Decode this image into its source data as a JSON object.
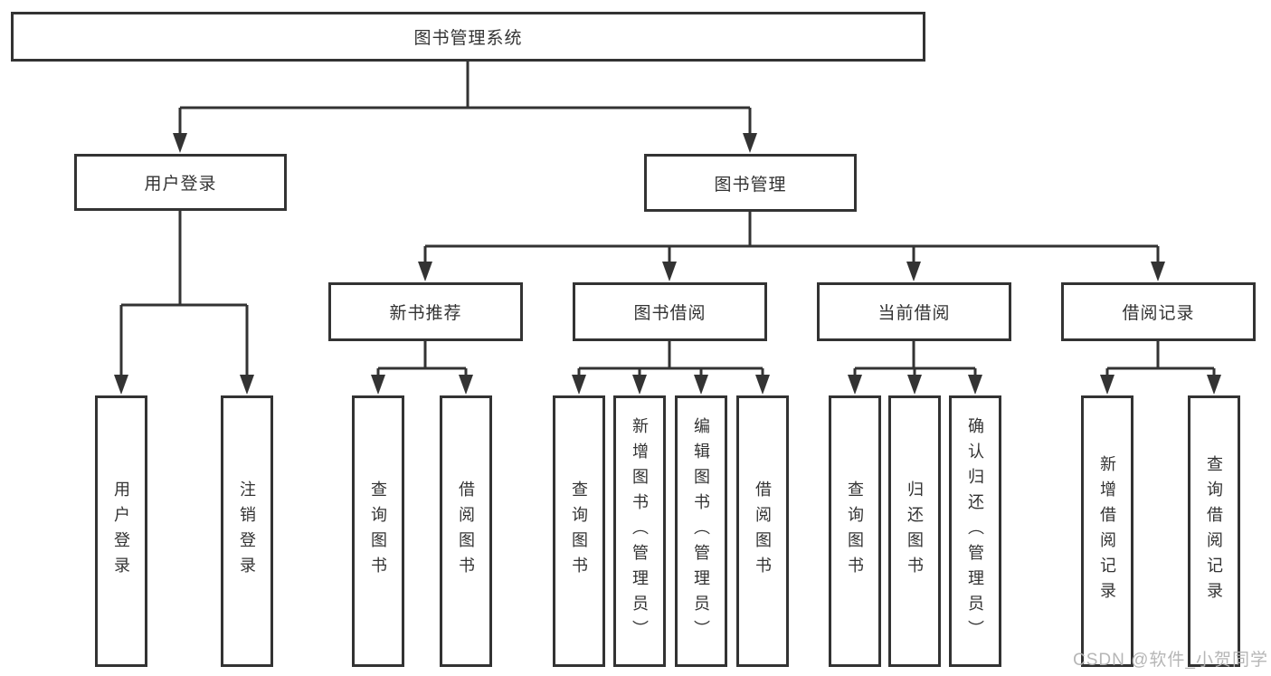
{
  "diagram": {
    "type": "hierarchy",
    "tree": {
      "label": "图书管理系统",
      "children": [
        {
          "label": "用户登录",
          "children": [
            {
              "label": "用户登录"
            },
            {
              "label": "注销登录"
            }
          ]
        },
        {
          "label": "图书管理",
          "children": [
            {
              "label": "新书推荐",
              "children": [
                {
                  "label": "查询图书"
                },
                {
                  "label": "借阅图书"
                }
              ]
            },
            {
              "label": "图书借阅",
              "children": [
                {
                  "label": "查询图书"
                },
                {
                  "label": "新增图书（管理员）"
                },
                {
                  "label": "编辑图书（管理员）"
                },
                {
                  "label": "借阅图书"
                }
              ]
            },
            {
              "label": "当前借阅",
              "children": [
                {
                  "label": "查询图书"
                },
                {
                  "label": "归还图书"
                },
                {
                  "label": "确认归还（管理员）"
                }
              ]
            },
            {
              "label": "借阅记录",
              "children": [
                {
                  "label": "新增借阅记录"
                },
                {
                  "label": "查询借阅记录"
                }
              ]
            }
          ]
        }
      ]
    },
    "colors": {
      "line": "#333333",
      "text": "#333333",
      "background": "#ffffff",
      "watermark": "#b2b2b2"
    }
  },
  "watermark": {
    "text": "CSDN @软件_小贺同学"
  }
}
